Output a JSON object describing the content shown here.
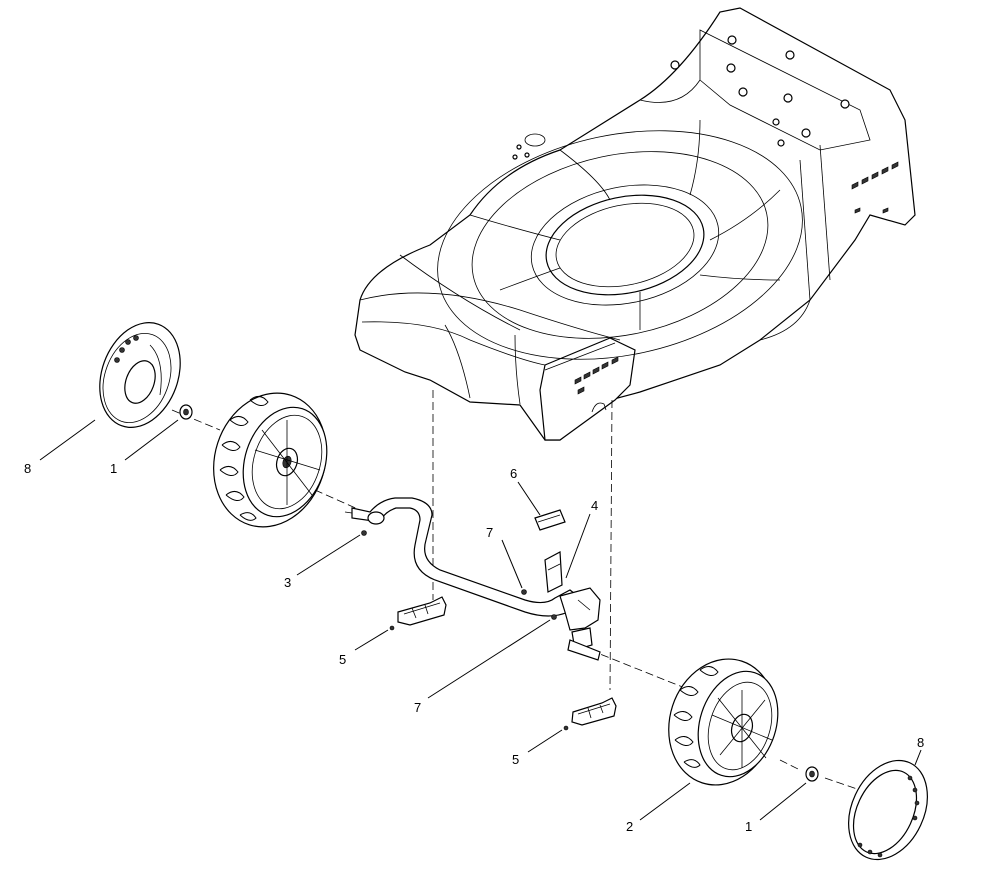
{
  "diagram": {
    "callouts": [
      {
        "id": "c8a",
        "text": "8"
      },
      {
        "id": "c1a",
        "text": "1"
      },
      {
        "id": "c3",
        "text": "3"
      },
      {
        "id": "c6",
        "text": "6"
      },
      {
        "id": "c7a",
        "text": "7"
      },
      {
        "id": "c4",
        "text": "4"
      },
      {
        "id": "c5a",
        "text": "5"
      },
      {
        "id": "c7b",
        "text": "7"
      },
      {
        "id": "c5b",
        "text": "5"
      },
      {
        "id": "c8b",
        "text": "8"
      },
      {
        "id": "c2",
        "text": "2"
      },
      {
        "id": "c1b",
        "text": "1"
      }
    ]
  }
}
